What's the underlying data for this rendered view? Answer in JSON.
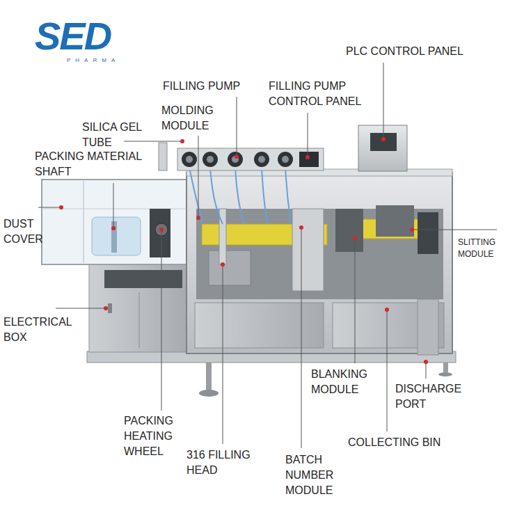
{
  "diagram": {
    "labels": [
      "SED",
      "PHARMA",
      "PLC CONTROL PANEL",
      "FILLING PUMP",
      "FILLING PUMP CONTROL PANEL",
      "MOLDING MODULE",
      "SILICA GEL TUBE",
      "PACKING MATERIAL SHAFT",
      "DUST COVER",
      "SLITTING MODULE",
      "ELECTRICAL BOX",
      "BLANKING MODULE",
      "DISCHARGE PORT",
      "PACKING HEATING WHEEL",
      "316 FILLING HEAD",
      "COLLECTING BIN",
      "BATCH NUMBER MODULE"
    ]
  }
}
